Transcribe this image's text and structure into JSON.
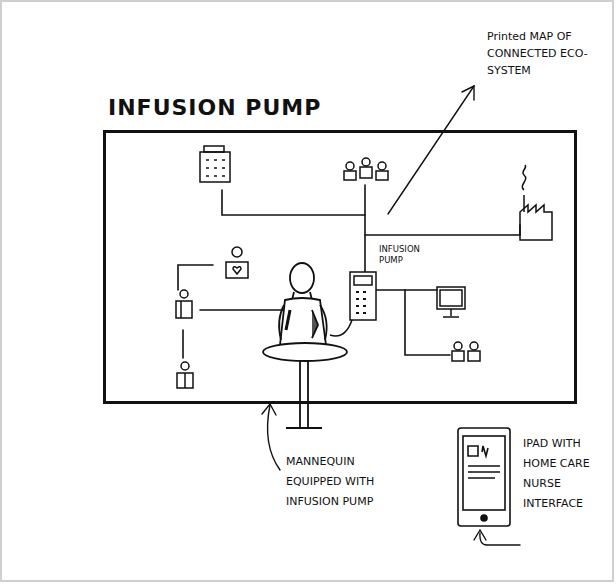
{
  "diagram": {
    "nodes": [
      {
        "text": [
          "INFUSION PUMP"
        ]
      }
    ],
    "labels": [
      "Printed MAP OF CONNECTED ECO-SYSTEM",
      "INFUSION PUMP",
      "MANNEQUIN EQUIPPED WITH INFUSION PUMP",
      "IPAD WITH HOME CARE NURSE INTERFACE"
    ]
  }
}
